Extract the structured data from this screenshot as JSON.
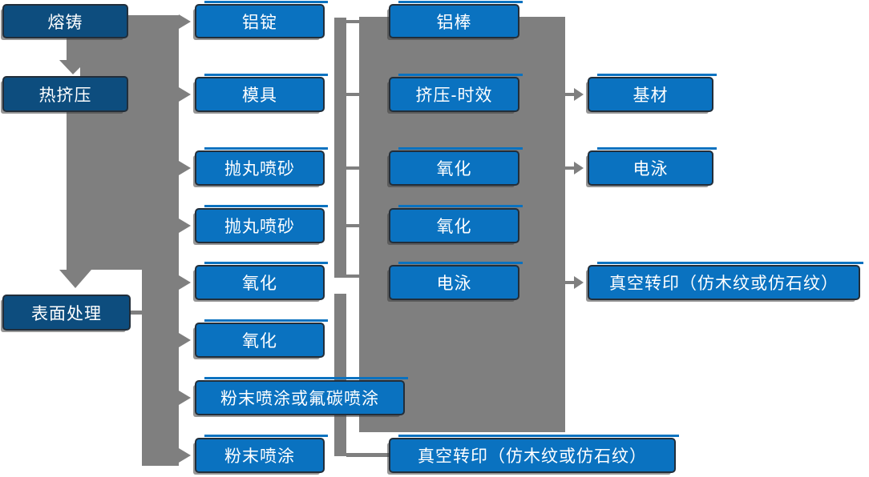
{
  "diagram": {
    "description_colors": {
      "stage_box_fill": "#0d4d7e",
      "process_box_fill": "#0a72c0",
      "connector_gray": "#7f7f7f",
      "box_border": "#222e3a",
      "text": "#ffffff"
    },
    "columns": [
      {
        "name": "stage-column",
        "nodes": [
          "rongzhu",
          "rejiya",
          "biaomianchuli"
        ]
      },
      {
        "name": "prep-column",
        "nodes": [
          "lvding",
          "muju",
          "paowan1",
          "paowan2",
          "yanghua1",
          "yanghua2",
          "fenmo_futan",
          "fenmo"
        ]
      },
      {
        "name": "treatment-column",
        "nodes": [
          "lvbang",
          "jiya_shixiao",
          "yanghua3",
          "yanghua4",
          "dianyong1",
          "zhenkong1"
        ]
      },
      {
        "name": "finish-column",
        "nodes": [
          "jicai",
          "dianyong2",
          "zhenkong2"
        ]
      }
    ],
    "nodes": {
      "rongzhu": {
        "label": "熔铸"
      },
      "rejiya": {
        "label": "热挤压"
      },
      "biaomianchuli": {
        "label": "表面处理"
      },
      "lvding": {
        "label": "铝锭"
      },
      "muju": {
        "label": "模具"
      },
      "paowan1": {
        "label": "抛丸喷砂"
      },
      "paowan2": {
        "label": "抛丸喷砂"
      },
      "yanghua1": {
        "label": "氧化"
      },
      "yanghua2": {
        "label": "氧化"
      },
      "fenmo_futan": {
        "label": "粉末喷涂或氟碳喷涂"
      },
      "fenmo": {
        "label": "粉末喷涂"
      },
      "lvbang": {
        "label": "铝棒"
      },
      "jiya_shixiao": {
        "label": "挤压-时效"
      },
      "yanghua3": {
        "label": "氧化"
      },
      "yanghua4": {
        "label": "氧化"
      },
      "dianyong1": {
        "label": "电泳"
      },
      "zhenkong1": {
        "label": "真空转印（仿木纹或仿石纹）"
      },
      "jicai": {
        "label": "基材"
      },
      "dianyong2": {
        "label": "电泳"
      },
      "zhenkong2": {
        "label": "真空转印（仿木纹或仿石纹）"
      }
    }
  }
}
